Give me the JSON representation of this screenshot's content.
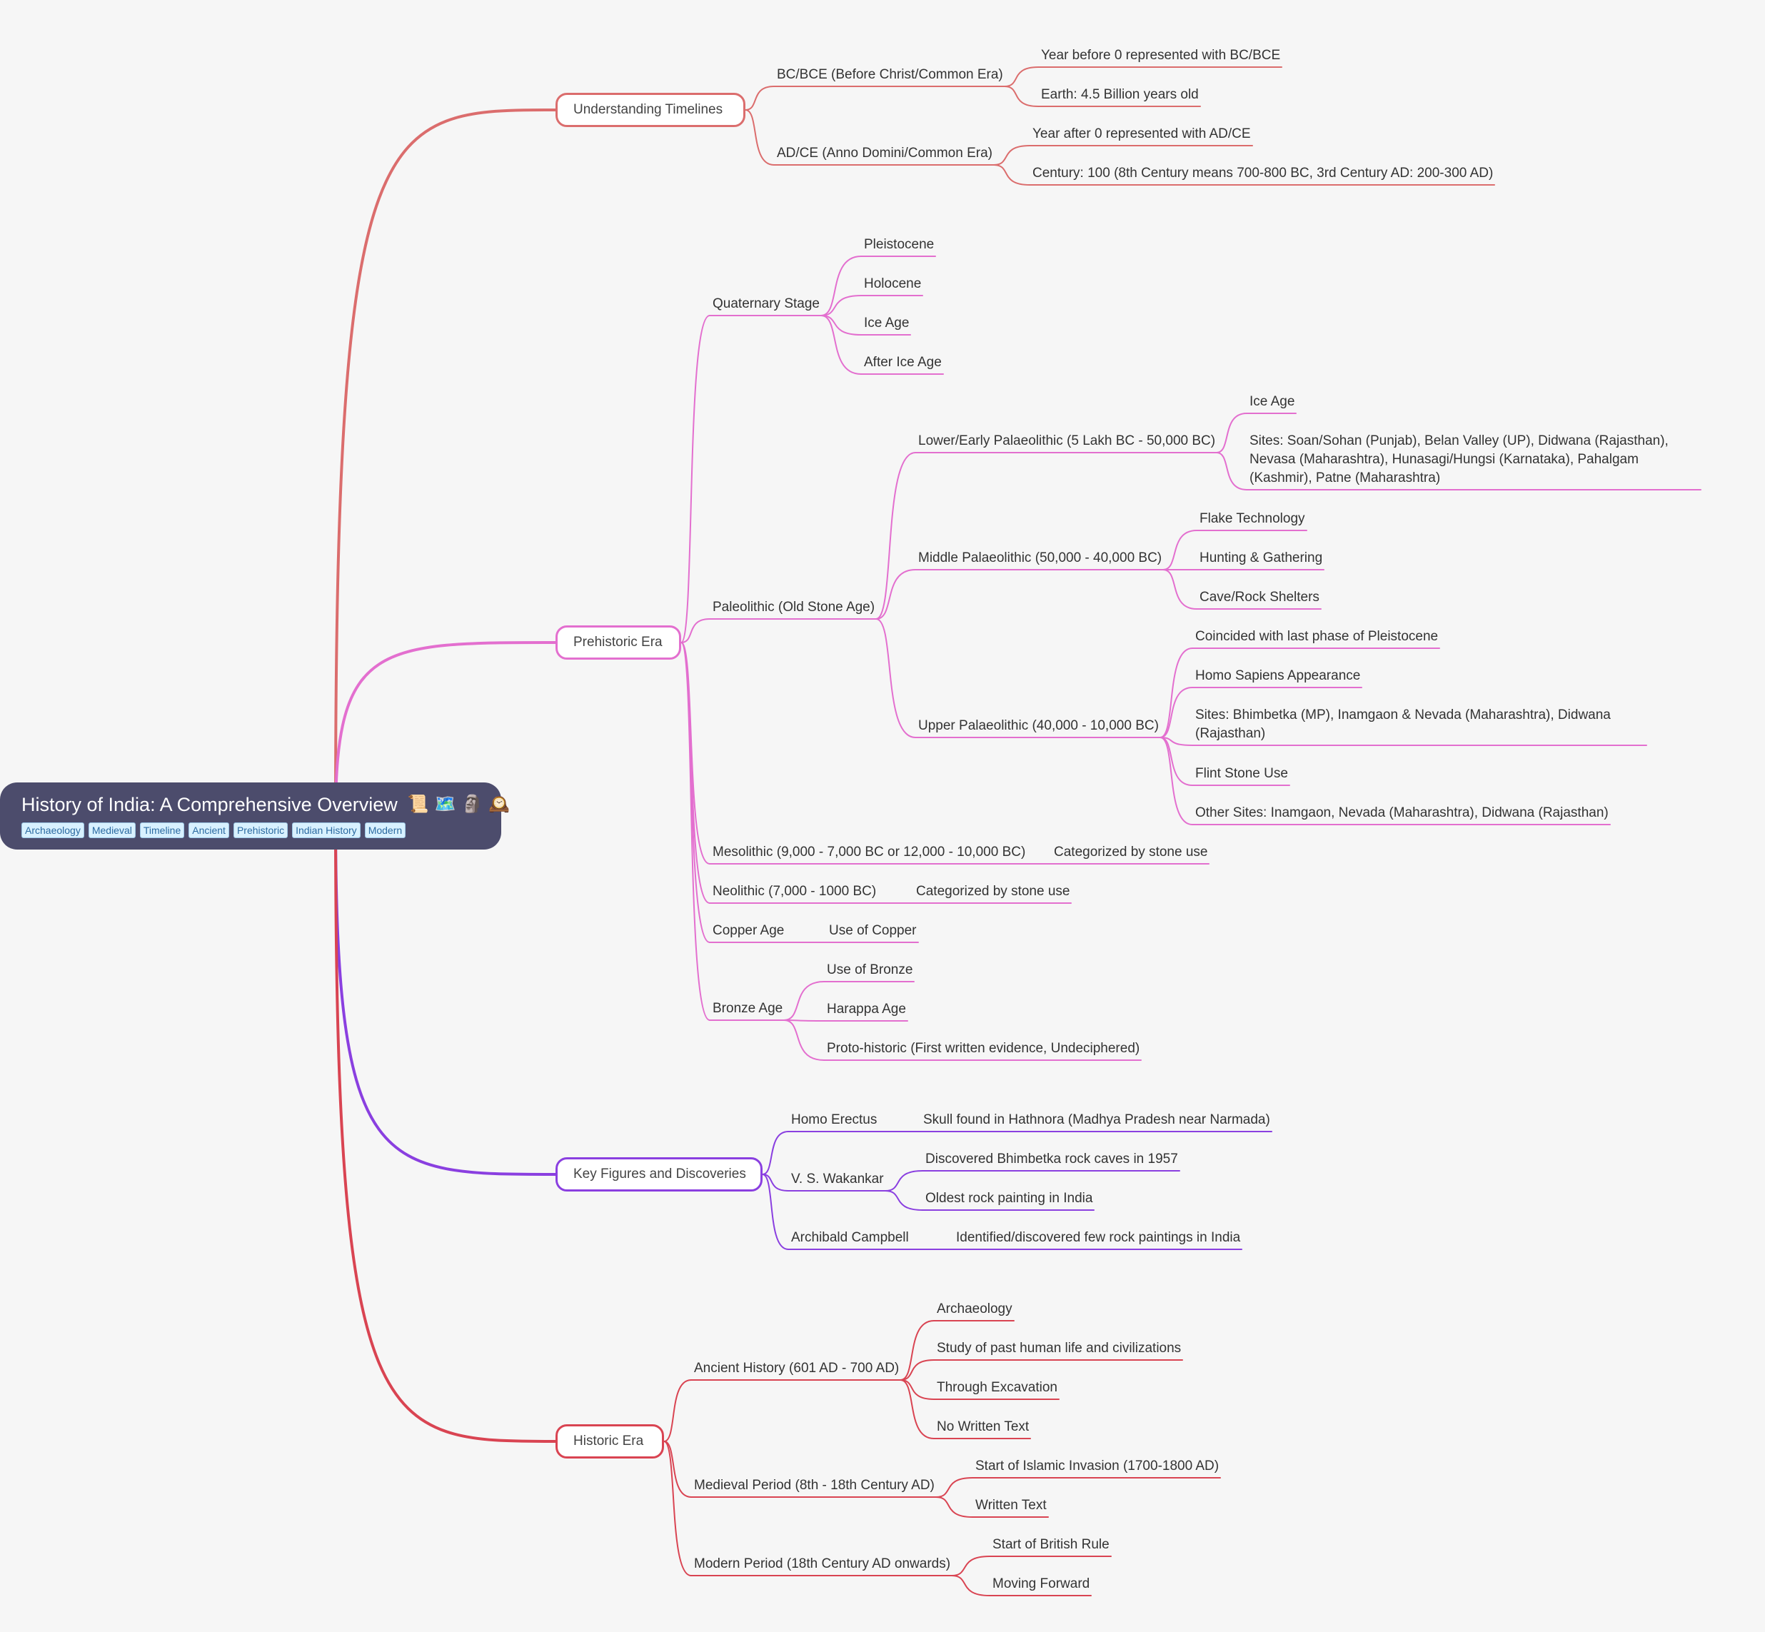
{
  "colors": {
    "timelines": "#db6d6d",
    "prehistoric": "#e36fcf",
    "key_figures": "#8a3fe0",
    "historic": "#d94452",
    "root_bg": "#4c4c6c"
  },
  "root": {
    "title": "History of India: A Comprehensive Overview",
    "icons": [
      {
        "name": "scroll-icon",
        "glyph": "📜"
      },
      {
        "name": "map-icon",
        "glyph": "🗺️"
      },
      {
        "name": "moai-icon",
        "glyph": "🗿"
      },
      {
        "name": "clock-icon",
        "glyph": "🕰️"
      }
    ],
    "tags": [
      "Archaeology",
      "Medieval",
      "Timeline",
      "Ancient",
      "Prehistoric",
      "Indian History",
      "Modern"
    ]
  },
  "timelines": {
    "label": "Understanding Timelines",
    "bc": {
      "label": "BC/BCE (Before Christ/Common Era)",
      "children": [
        "Year before 0 represented with BC/BCE",
        "Earth: 4.5 Billion years old"
      ]
    },
    "ad": {
      "label": "AD/CE (Anno Domini/Common Era)",
      "children": [
        "Year after 0 represented with AD/CE",
        "Century: 100 (8th Century means 700-800 BC, 3rd Century AD: 200-300 AD)"
      ]
    }
  },
  "prehistoric": {
    "label": "Prehistoric Era",
    "quaternary": {
      "label": "Quaternary Stage",
      "children": [
        "Pleistocene",
        "Holocene",
        "Ice Age",
        "After Ice Age"
      ]
    },
    "paleolithic": {
      "label": "Paleolithic (Old Stone Age)",
      "lower": {
        "label": "Lower/Early Palaeolithic (5 Lakh BC - 50,000 BC)",
        "children": [
          "Ice Age",
          "Sites: Soan/Sohan (Punjab), Belan Valley (UP), Didwana (Rajasthan), Nevasa (Maharashtra), Hunasagi/Hungsi (Karnataka), Pahalgam (Kashmir), Patne (Maharashtra)"
        ]
      },
      "middle": {
        "label": "Middle Palaeolithic (50,000 - 40,000 BC)",
        "children": [
          "Flake Technology",
          "Hunting & Gathering",
          "Cave/Rock Shelters"
        ]
      },
      "upper": {
        "label": "Upper Palaeolithic (40,000 - 10,000 BC)",
        "children": [
          "Coincided with last phase of Pleistocene",
          "Homo Sapiens Appearance",
          "Sites: Bhimbetka (MP), Inamgaon & Nevada (Maharashtra), Didwana (Rajasthan)",
          "Flint Stone Use",
          "Other Sites: Inamgaon, Nevada (Maharashtra), Didwana (Rajasthan)"
        ]
      }
    },
    "mesolithic": {
      "label": "Mesolithic (9,000 - 7,000 BC or 12,000 - 10,000 BC)",
      "children": [
        "Categorized by stone use"
      ]
    },
    "neolithic": {
      "label": "Neolithic (7,000 - 1000 BC)",
      "children": [
        "Categorized by stone use"
      ]
    },
    "copper": {
      "label": "Copper Age",
      "children": [
        "Use of Copper"
      ]
    },
    "bronze": {
      "label": "Bronze Age",
      "children": [
        "Use of Bronze",
        "Harappa Age",
        "Proto-historic (First written evidence, Undeciphered)"
      ]
    }
  },
  "key_figures": {
    "label": "Key Figures and Discoveries",
    "erectus": {
      "label": "Homo Erectus",
      "children": [
        "Skull found in Hathnora (Madhya Pradesh near Narmada)"
      ]
    },
    "wakankar": {
      "label": "V. S. Wakankar",
      "children": [
        "Discovered Bhimbetka rock caves in 1957",
        "Oldest rock painting in India"
      ]
    },
    "campbell": {
      "label": "Archibald Campbell",
      "children": [
        "Identified/discovered few rock paintings in India"
      ]
    }
  },
  "historic": {
    "label": "Historic Era",
    "ancient": {
      "label": "Ancient History (601 AD - 700 AD)",
      "children": [
        "Archaeology",
        "Study of past human life and civilizations",
        "Through Excavation",
        "No Written Text"
      ]
    },
    "medieval": {
      "label": "Medieval Period (8th - 18th Century AD)",
      "children": [
        "Start of Islamic Invasion (1700-1800 AD)",
        "Written Text"
      ]
    },
    "modern": {
      "label": "Modern Period (18th Century AD onwards)",
      "children": [
        "Start of British Rule",
        "Moving Forward"
      ]
    }
  }
}
